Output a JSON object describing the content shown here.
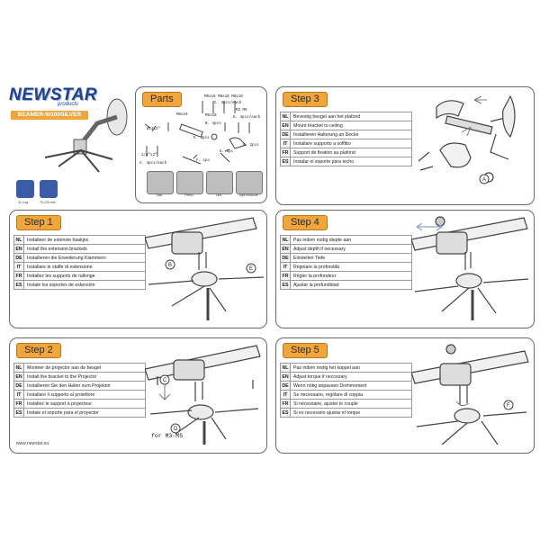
{
  "brand": {
    "logo_text": "NEWSTAR",
    "logo_sub": "products",
    "model": "BEAMER-W100SILVER"
  },
  "specs": [
    {
      "label": "11.4 kg"
    },
    {
      "label": "79-125 mm"
    }
  ],
  "parts": {
    "title": "Parts",
    "labels": [
      {
        "text": "M6x18  M8x18  M8x18"
      },
      {
        "text": "C. 4pcs/each"
      },
      {
        "text": "M6x10"
      },
      {
        "text": "M5x10"
      },
      {
        "text": "M3  M5"
      },
      {
        "text": "D. 4pcs/each"
      },
      {
        "text": "B. 4pcs"
      },
      {
        "text": "E. 4pcs"
      },
      {
        "text": "Ø14x2\""
      },
      {
        "text": "1/4\"x2\""
      },
      {
        "text": "A. 4pcs/each"
      },
      {
        "text": "G. 1pc"
      },
      {
        "text": "F. 1pc"
      },
      {
        "text": "H. 2pcs"
      }
    ],
    "tools": [
      {
        "label": "Saw"
      },
      {
        "label": "Pencil"
      },
      {
        "label": "Drill"
      },
      {
        "label": "Tape measure"
      }
    ]
  },
  "steps": [
    {
      "title": "Step 3",
      "rows": [
        {
          "code": "NL",
          "text": "Bevestig beugel aan het plafond"
        },
        {
          "code": "EN",
          "text": "Mount bracket to ceiling"
        },
        {
          "code": "DE",
          "text": "Installieren Halterung an Decke"
        },
        {
          "code": "IT",
          "text": "Installare supporto a soffitto"
        },
        {
          "code": "FR",
          "text": "Support de fixation au plafond"
        },
        {
          "code": "ES",
          "text": "Instalar el soporte para techo"
        }
      ],
      "callouts": [
        "A"
      ]
    },
    {
      "title": "Step 1",
      "rows": [
        {
          "code": "NL",
          "text": "Installeer de extensie haakjes"
        },
        {
          "code": "EN",
          "text": "Install the extension brackets"
        },
        {
          "code": "DE",
          "text": "Installieren die Erweiterung Klammern"
        },
        {
          "code": "IT",
          "text": "Installare le staffe di estensione"
        },
        {
          "code": "FR",
          "text": "Installez les supports de rallonge"
        },
        {
          "code": "ES",
          "text": "Instale los soportes de extensión"
        }
      ],
      "callouts": [
        "B",
        "E"
      ]
    },
    {
      "title": "Step 4",
      "rows": [
        {
          "code": "NL",
          "text": "Pas indien nodig diepte aan"
        },
        {
          "code": "EN",
          "text": "Adjust depth if necessary"
        },
        {
          "code": "DE",
          "text": "Einstellen Tiefe"
        },
        {
          "code": "IT",
          "text": "Regolare la profondità"
        },
        {
          "code": "FR",
          "text": "Régler la profondeur"
        },
        {
          "code": "ES",
          "text": "Ajustar la profundidad"
        }
      ],
      "callouts": []
    },
    {
      "title": "Step 2",
      "rows": [
        {
          "code": "NL",
          "text": "Monteer de projector aan de beugel"
        },
        {
          "code": "EN",
          "text": "Install the bracket to the Projector"
        },
        {
          "code": "DE",
          "text": "Installieren Sie den Halter zum Projektor"
        },
        {
          "code": "IT",
          "text": "Installare il supporto al proiettore"
        },
        {
          "code": "FR",
          "text": "Installez le support à projecteur"
        },
        {
          "code": "ES",
          "text": "Instale el soporte para el proyector"
        }
      ],
      "callouts": [
        "C",
        "D"
      ],
      "for_label": "for M3-M5"
    },
    {
      "title": "Step 5",
      "rows": [
        {
          "code": "NL",
          "text": "Pas indien nodig het koppel aan"
        },
        {
          "code": "EN",
          "text": "Adjust torque if neccesary"
        },
        {
          "code": "DE",
          "text": "Wenn nötig anpassen Drehmoment"
        },
        {
          "code": "IT",
          "text": "Se necessario, regolare di coppia"
        },
        {
          "code": "FR",
          "text": "Si nécessaire, ajuster le couple"
        },
        {
          "code": "ES",
          "text": "Si es necesario ajustar el torque"
        }
      ],
      "callouts": [
        "F"
      ]
    }
  ],
  "footer": {
    "url": "www.newstar.eu"
  }
}
